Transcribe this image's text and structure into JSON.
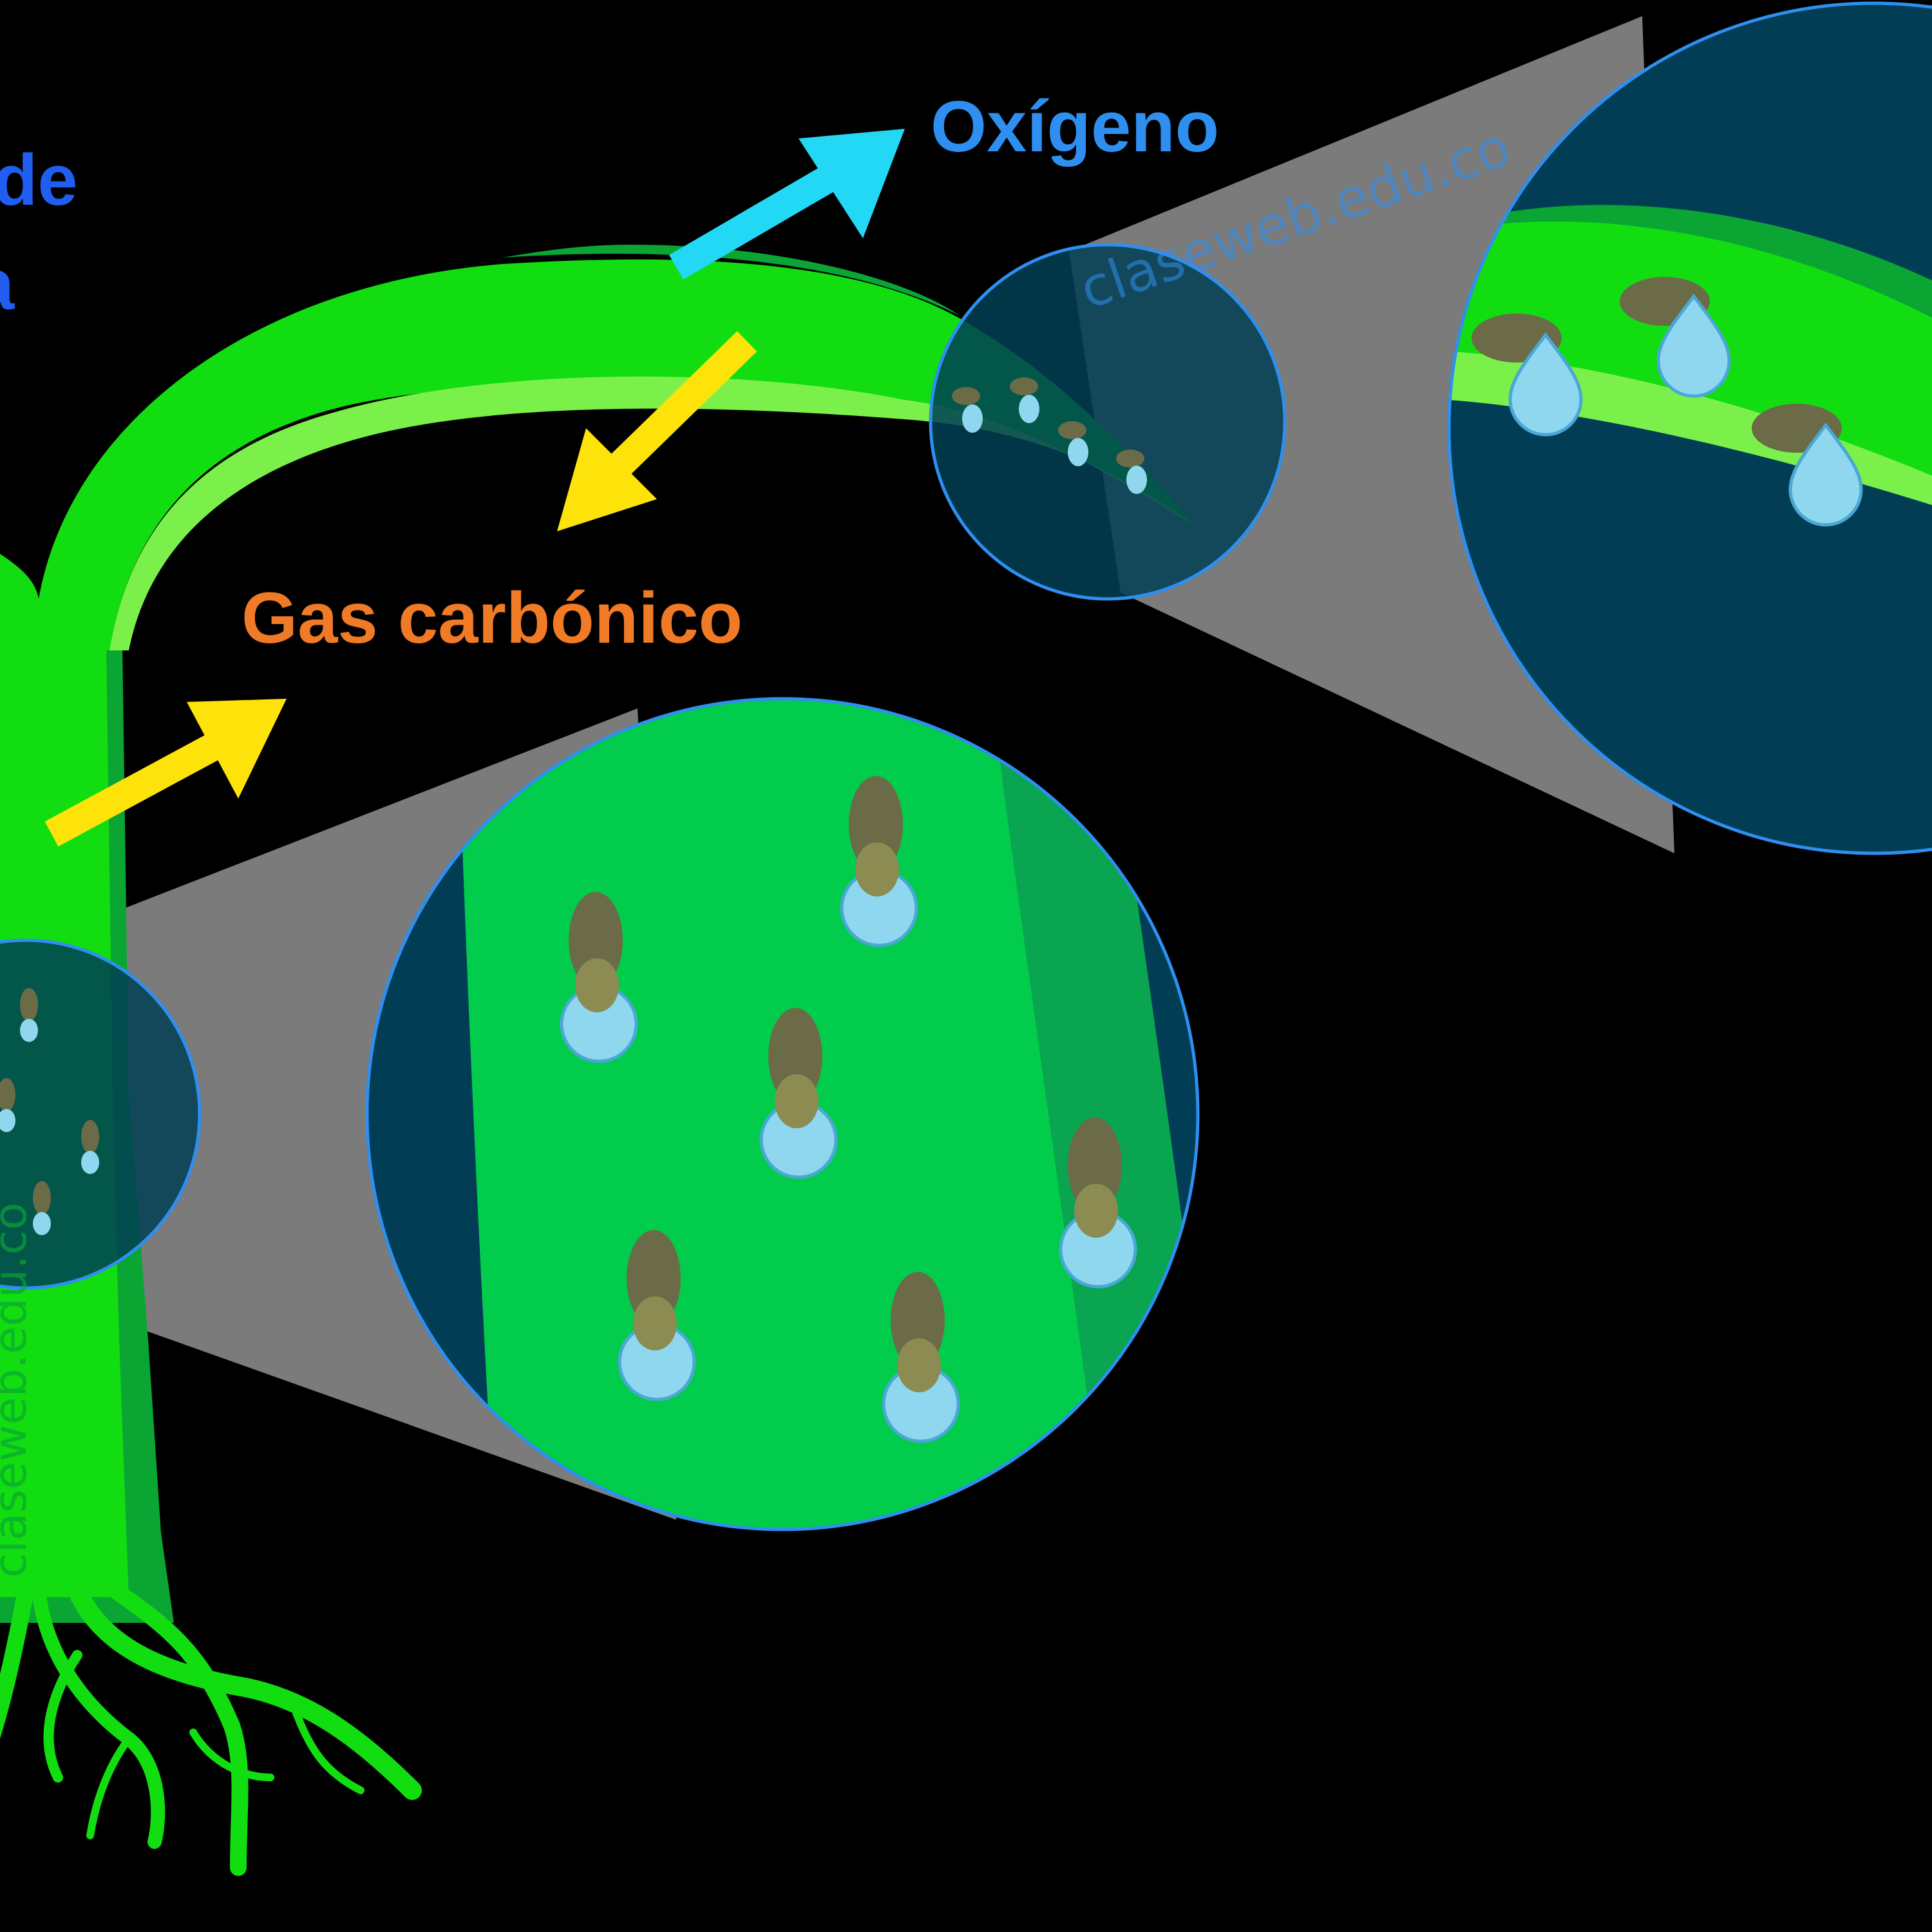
{
  "labels": {
    "oxygen": "Oxígeno",
    "carbon_gas": "Gas carbónico",
    "partial_left_top": "de",
    "partial_left_bottom": "a"
  },
  "watermark": {
    "text_top": "claseweb.edu.co",
    "text_side": "claseweb.edu.co"
  },
  "colors": {
    "background": "#000000",
    "plant_green": "#11dd11",
    "plant_light": "#7bf04a",
    "plant_dark": "#0aa533",
    "zoom_inner": "#02cc4c",
    "zoom_water": "#013e55",
    "lens_gray": "#7b7b7b",
    "oxygen_text": "#2e8ff0",
    "oxygen_arrow": "#22d8f5",
    "co2_text": "#f07a26",
    "co2_arrow": "#fde30a",
    "drop": "#8fd7ef",
    "stoma": "#6b6b47"
  }
}
